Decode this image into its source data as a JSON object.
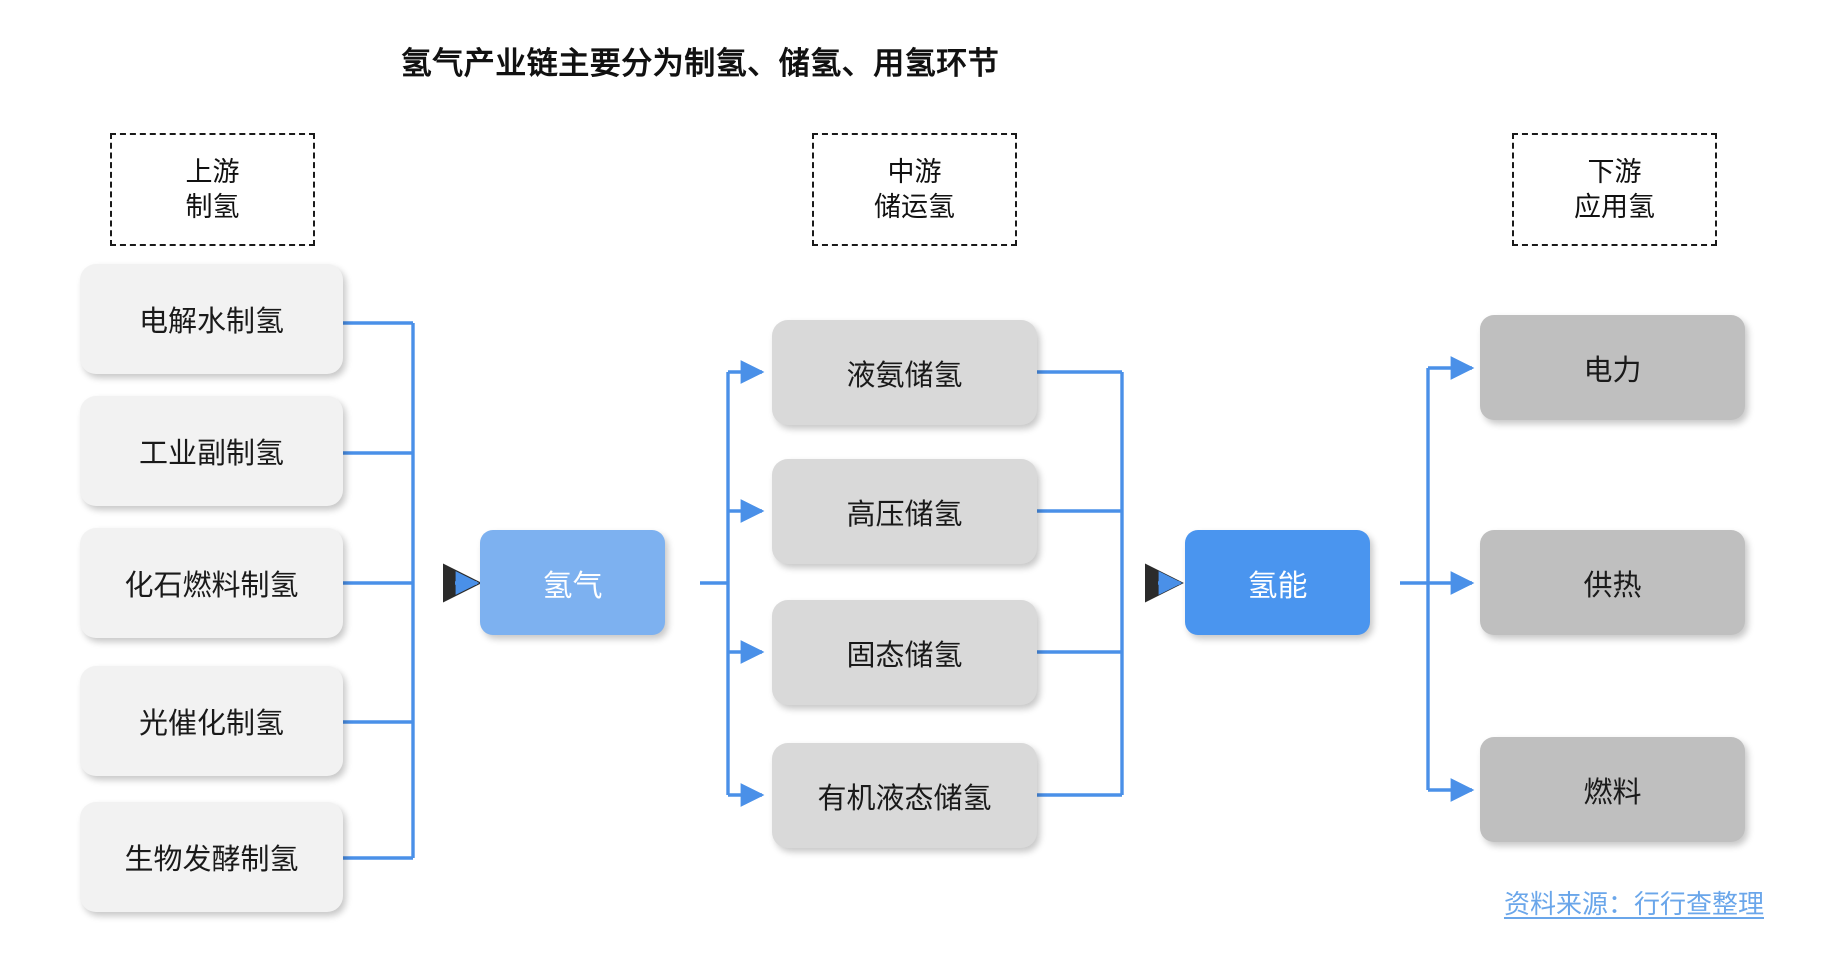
{
  "title": "氢气产业链主要分为制氢、储氢、用氢环节",
  "colors": {
    "wire_blue": "#4a90e8",
    "hub_light_blue": "#7db1f0",
    "hub_blue": "#4a95ef",
    "upstream_box": "#f2f2f2",
    "midstream_box": "#d9d9d9",
    "downstream_box": "#bfbfbf",
    "source_text": "#6aa6ea",
    "title_text": "#111111"
  },
  "stages": {
    "upstream": {
      "line1": "上游",
      "line2": "制氢"
    },
    "midstream": {
      "line1": "中游",
      "line2": "储运氢"
    },
    "downstream": {
      "line1": "下游",
      "line2": "应用氢"
    }
  },
  "upstream_nodes": [
    {
      "label": "电解水制氢"
    },
    {
      "label": "工业副制氢"
    },
    {
      "label": "化石燃料制氢"
    },
    {
      "label": "光催化制氢"
    },
    {
      "label": "生物发酵制氢"
    }
  ],
  "midstream_nodes": [
    {
      "label": "液氨储氢"
    },
    {
      "label": "高压储氢"
    },
    {
      "label": "固态储氢"
    },
    {
      "label": "有机液态储氢"
    }
  ],
  "downstream_nodes": [
    {
      "label": "电力"
    },
    {
      "label": "供热"
    },
    {
      "label": "燃料"
    }
  ],
  "hubs": {
    "hydrogen_gas": "氢气",
    "hydrogen_energy": "氢能"
  },
  "source_note": "资料来源：行行查整理"
}
